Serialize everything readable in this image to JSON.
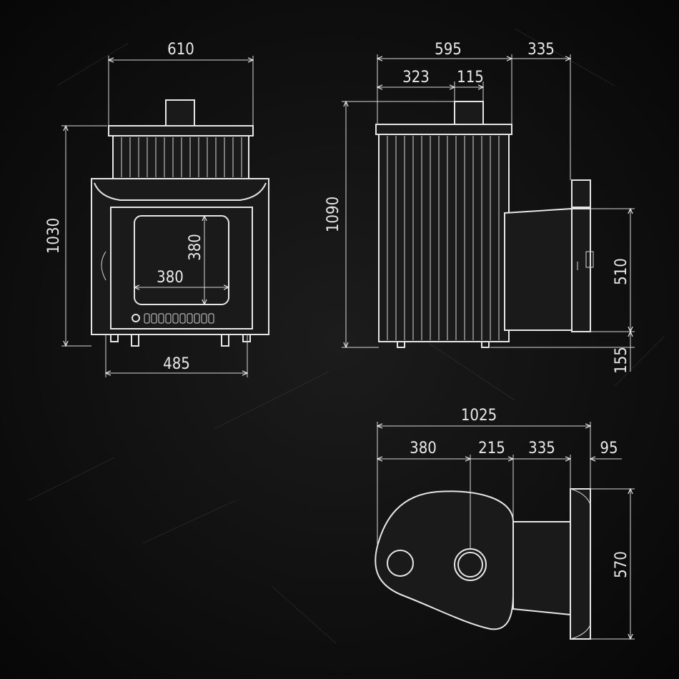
{
  "front_view": {
    "width_top": "610",
    "height": "1030",
    "glass_height": "380",
    "glass_width": "380",
    "base_width": "485"
  },
  "side_view": {
    "depth": "595",
    "tunnel_length": "335",
    "offset": "323",
    "chimney_diameter": "115",
    "height": "1090",
    "tunnel_height": "510",
    "tunnel_base": "155"
  },
  "top_view": {
    "overall_length": "1025",
    "seg1": "380",
    "seg2": "215",
    "seg3": "335",
    "seg4": "95",
    "frame_width": "570"
  },
  "colors": {
    "background": "#0d0d0d",
    "lines": "#e6e6e6"
  }
}
